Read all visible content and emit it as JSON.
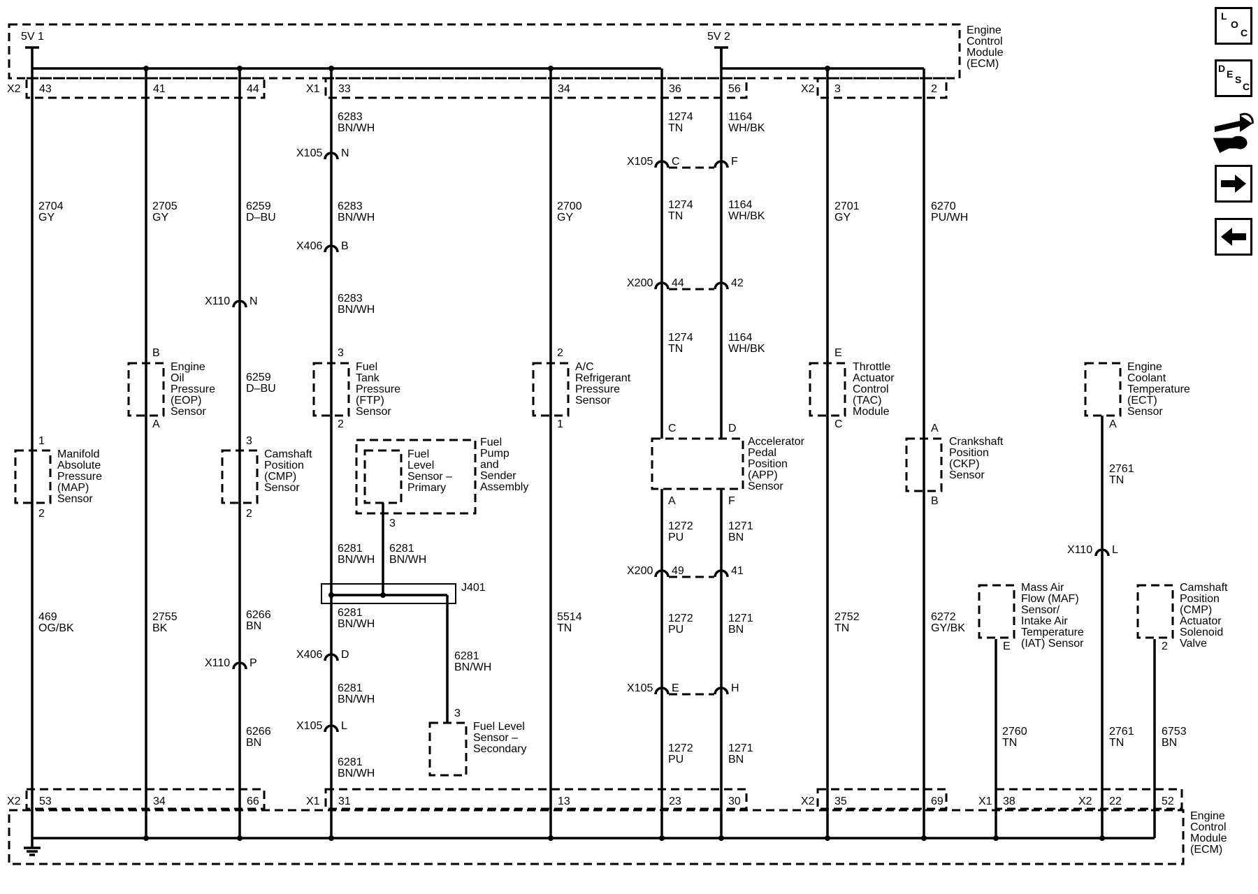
{
  "ecm": {
    "name": "Engine Control Module (ECM)",
    "lines": [
      "Engine",
      "Control",
      "Module",
      "(ECM)"
    ],
    "supply_left": "5V 1",
    "supply_right": "5V 2"
  },
  "top_connectors": [
    {
      "conn": "X2",
      "pin": "43"
    },
    {
      "conn": "",
      "pin": "41"
    },
    {
      "conn": "",
      "pin": "44"
    },
    {
      "conn": "X1",
      "pin": "33"
    },
    {
      "conn": "",
      "pin": "34"
    },
    {
      "conn": "",
      "pin": "36"
    },
    {
      "conn": "",
      "pin": "56"
    },
    {
      "conn": "X2",
      "pin": "3"
    },
    {
      "conn": "",
      "pin": "2"
    }
  ],
  "bottom_connectors": [
    {
      "conn": "X2",
      "pin": "53"
    },
    {
      "conn": "",
      "pin": "34"
    },
    {
      "conn": "",
      "pin": "66"
    },
    {
      "conn": "X1",
      "pin": "31"
    },
    {
      "conn": "",
      "pin": "13"
    },
    {
      "conn": "",
      "pin": "23"
    },
    {
      "conn": "",
      "pin": "30"
    },
    {
      "conn": "X2",
      "pin": "35"
    },
    {
      "conn": "",
      "pin": "69"
    },
    {
      "conn": "X1",
      "pin": "38"
    },
    {
      "conn": "X2",
      "pin": "22"
    },
    {
      "conn": "",
      "pin": "52"
    }
  ],
  "components": [
    {
      "id": "map",
      "lines": [
        "Manifold",
        "Absolute",
        "Pressure",
        "(MAP)",
        "Sensor"
      ],
      "pin_top": "1",
      "pin_bottom": "2"
    },
    {
      "id": "eop",
      "lines": [
        "Engine",
        "Oil",
        "Pressure",
        "(EOP)",
        "Sensor"
      ],
      "pin_top": "B",
      "pin_bottom": "A"
    },
    {
      "id": "cmp",
      "lines": [
        "Camshaft",
        "Position",
        "(CMP)",
        "Sensor"
      ],
      "pin_top": "3",
      "pin_bottom": "2"
    },
    {
      "id": "ftp",
      "lines": [
        "Fuel",
        "Tank",
        "Pressure",
        "(FTP)",
        "Sensor"
      ],
      "pin_top": "3",
      "pin_bottom": "2"
    },
    {
      "id": "fuel_pump",
      "lines": [
        "Fuel",
        "Pump",
        "and",
        "Sender",
        "Assembly"
      ]
    },
    {
      "id": "fuel_level_primary",
      "lines": [
        "Fuel",
        "Level",
        "Sensor –",
        "Primary"
      ],
      "pin_bottom": "3"
    },
    {
      "id": "fuel_level_secondary",
      "lines": [
        "Fuel Level",
        "Sensor –",
        "Secondary"
      ],
      "pin_top": "3"
    },
    {
      "id": "ac",
      "lines": [
        "A/C",
        "Refrigerant",
        "Pressure",
        "Sensor"
      ],
      "pin_top": "2",
      "pin_bottom": "1"
    },
    {
      "id": "app",
      "lines": [
        "Accelerator",
        "Pedal",
        "Position",
        "(APP)",
        "Sensor"
      ],
      "pins": [
        "C",
        "D",
        "A",
        "F"
      ]
    },
    {
      "id": "tac",
      "lines": [
        "Throttle",
        "Actuator",
        "Control",
        "(TAC)",
        "Module"
      ],
      "pin_top": "E",
      "pin_bottom": "C"
    },
    {
      "id": "ckp",
      "lines": [
        "Crankshaft",
        "Position",
        "(CKP)",
        "Sensor"
      ],
      "pin_top": "A",
      "pin_bottom": "B"
    },
    {
      "id": "ect",
      "lines": [
        "Engine",
        "Coolant",
        "Temperature",
        "(ECT)",
        "Sensor"
      ],
      "pin_bottom": "A"
    },
    {
      "id": "maf",
      "lines": [
        "Mass Air",
        "Flow (MAF)",
        "Sensor/",
        "Intake Air",
        "Temperature",
        "(IAT) Sensor"
      ],
      "pin_bottom": "E"
    },
    {
      "id": "cmp_solenoid",
      "lines": [
        "Camshaft",
        "Position",
        "(CMP)",
        "Actuator",
        "Solenoid",
        "Valve"
      ],
      "pin_bottom": "2"
    }
  ],
  "splice": {
    "name": "J401"
  },
  "wires": [
    {
      "id": "w2704",
      "circuit": "2704",
      "color": "GY"
    },
    {
      "id": "w2705",
      "circuit": "2705",
      "color": "GY"
    },
    {
      "id": "w6259a",
      "circuit": "6259",
      "color": "D–BU"
    },
    {
      "id": "w6259b",
      "circuit": "6259",
      "color": "D–BU"
    },
    {
      "id": "w6283a",
      "circuit": "6283",
      "color": "BN/WH"
    },
    {
      "id": "w6283b",
      "circuit": "6283",
      "color": "BN/WH"
    },
    {
      "id": "w6283c",
      "circuit": "6283",
      "color": "BN/WH"
    },
    {
      "id": "w2700",
      "circuit": "2700",
      "color": "GY"
    },
    {
      "id": "w1274a",
      "circuit": "1274",
      "color": "TN"
    },
    {
      "id": "w1274b",
      "circuit": "1274",
      "color": "TN"
    },
    {
      "id": "w1274c",
      "circuit": "1274",
      "color": "TN"
    },
    {
      "id": "w1164a",
      "circuit": "1164",
      "color": "WH/BK"
    },
    {
      "id": "w1164b",
      "circuit": "1164",
      "color": "WH/BK"
    },
    {
      "id": "w1164c",
      "circuit": "1164",
      "color": "WH/BK"
    },
    {
      "id": "w2701",
      "circuit": "2701",
      "color": "GY"
    },
    {
      "id": "w6270",
      "circuit": "6270",
      "color": "PU/WH"
    },
    {
      "id": "w2761a",
      "circuit": "2761",
      "color": "TN"
    },
    {
      "id": "w469",
      "circuit": "469",
      "color": "OG/BK"
    },
    {
      "id": "w2755",
      "circuit": "2755",
      "color": "BK"
    },
    {
      "id": "w6266a",
      "circuit": "6266",
      "color": "BN"
    },
    {
      "id": "w6266b",
      "circuit": "6266",
      "color": "BN"
    },
    {
      "id": "w6281a",
      "circuit": "6281",
      "color": "BN/WH"
    },
    {
      "id": "w6281b",
      "circuit": "6281",
      "color": "BN/WH"
    },
    {
      "id": "w6281c",
      "circuit": "6281",
      "color": "BN/WH"
    },
    {
      "id": "w6281d",
      "circuit": "6281",
      "color": "BN/WH"
    },
    {
      "id": "w6281e",
      "circuit": "6281",
      "color": "BN/WH"
    },
    {
      "id": "w6281f",
      "circuit": "6281",
      "color": "BN/WH"
    },
    {
      "id": "w5514",
      "circuit": "5514",
      "color": "TN"
    },
    {
      "id": "w1272a",
      "circuit": "1272",
      "color": "PU"
    },
    {
      "id": "w1272b",
      "circuit": "1272",
      "color": "PU"
    },
    {
      "id": "w1272c",
      "circuit": "1272",
      "color": "PU"
    },
    {
      "id": "w1271a",
      "circuit": "1271",
      "color": "BN"
    },
    {
      "id": "w1271b",
      "circuit": "1271",
      "color": "BN"
    },
    {
      "id": "w1271c",
      "circuit": "1271",
      "color": "BN"
    },
    {
      "id": "w2752",
      "circuit": "2752",
      "color": "TN"
    },
    {
      "id": "w6272",
      "circuit": "6272",
      "color": "GY/BK"
    },
    {
      "id": "w2760",
      "circuit": "2760",
      "color": "TN"
    },
    {
      "id": "w2761b",
      "circuit": "2761",
      "color": "TN"
    },
    {
      "id": "w6753",
      "circuit": "6753",
      "color": "BN"
    }
  ],
  "inline_connectors": [
    {
      "id": "c1",
      "conn": "X105",
      "pin": "N"
    },
    {
      "id": "c2",
      "conn": "X406",
      "pin": "B"
    },
    {
      "id": "c3",
      "conn": "X110",
      "pin": "N"
    },
    {
      "id": "c4",
      "conn": "X105",
      "pin": "C"
    },
    {
      "id": "c5",
      "conn": "",
      "pin": "F"
    },
    {
      "id": "c6",
      "conn": "X200",
      "pin": "44"
    },
    {
      "id": "c7",
      "conn": "",
      "pin": "42"
    },
    {
      "id": "c8",
      "conn": "X200",
      "pin": "49"
    },
    {
      "id": "c9",
      "conn": "",
      "pin": "41"
    },
    {
      "id": "c10",
      "conn": "X105",
      "pin": "E"
    },
    {
      "id": "c11",
      "conn": "",
      "pin": "H"
    },
    {
      "id": "c12",
      "conn": "X110",
      "pin": "L"
    },
    {
      "id": "c13",
      "conn": "X110",
      "pin": "P"
    },
    {
      "id": "c14",
      "conn": "X406",
      "pin": "D"
    },
    {
      "id": "c15",
      "conn": "X105",
      "pin": "L"
    }
  ],
  "nav_buttons": [
    {
      "id": "loc",
      "label": [
        "L",
        "O",
        "C"
      ]
    },
    {
      "id": "desc",
      "label": [
        "D",
        "E",
        "S",
        "C"
      ]
    },
    {
      "id": "connector",
      "icon": "connector-icon"
    },
    {
      "id": "forward",
      "icon": "arrow-right-icon"
    },
    {
      "id": "back",
      "icon": "arrow-left-icon"
    }
  ]
}
